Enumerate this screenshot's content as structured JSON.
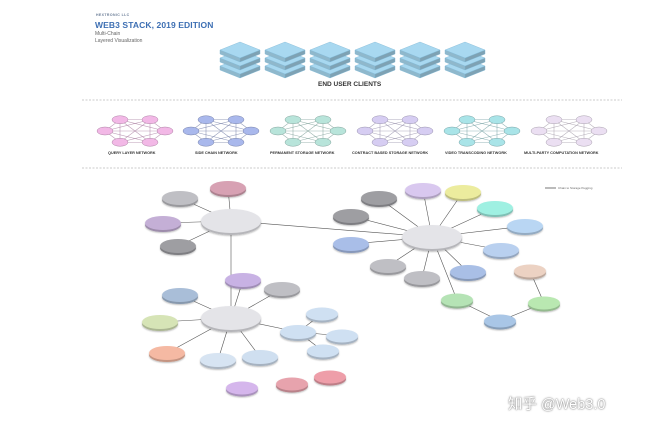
{
  "header": {
    "brand": "HEXTRONIC LLC",
    "title": "WEB3 STACK, 2019 EDITION",
    "subtitle_line1": "Multi-Chain",
    "subtitle_line2": "Layered Visualization"
  },
  "clients": {
    "label": "END USER CLIENTS",
    "count": 6,
    "color": "#a8d8f0"
  },
  "networks": [
    {
      "label": "QUERY LAYER NETWORK",
      "color": "#f2b8e6"
    },
    {
      "label": "SIDE CHAIN NETWORK",
      "color": "#a9b8ec"
    },
    {
      "label": "PERMANENT STORAGE NETWORK",
      "color": "#b8e4da"
    },
    {
      "label": "CONTRACT BASED STORAGE NETWORK",
      "color": "#d6cdf2"
    },
    {
      "label": "VIDEO TRANSCODING NETWORK",
      "color": "#a9e4e8"
    },
    {
      "label": "MULTI-PARTY COMPUTATION NETWORK",
      "color": "#ebdff2"
    }
  ],
  "legend": {
    "label": "Chain to Storage Pegging"
  },
  "watermark": "知乎 @Web3.0",
  "colors": {
    "hub": "#e4e4e8",
    "grey": "#bfbfc4",
    "darkgrey": "#9e9ea2",
    "edge": "#555555",
    "divider": "#bbbbbb"
  }
}
